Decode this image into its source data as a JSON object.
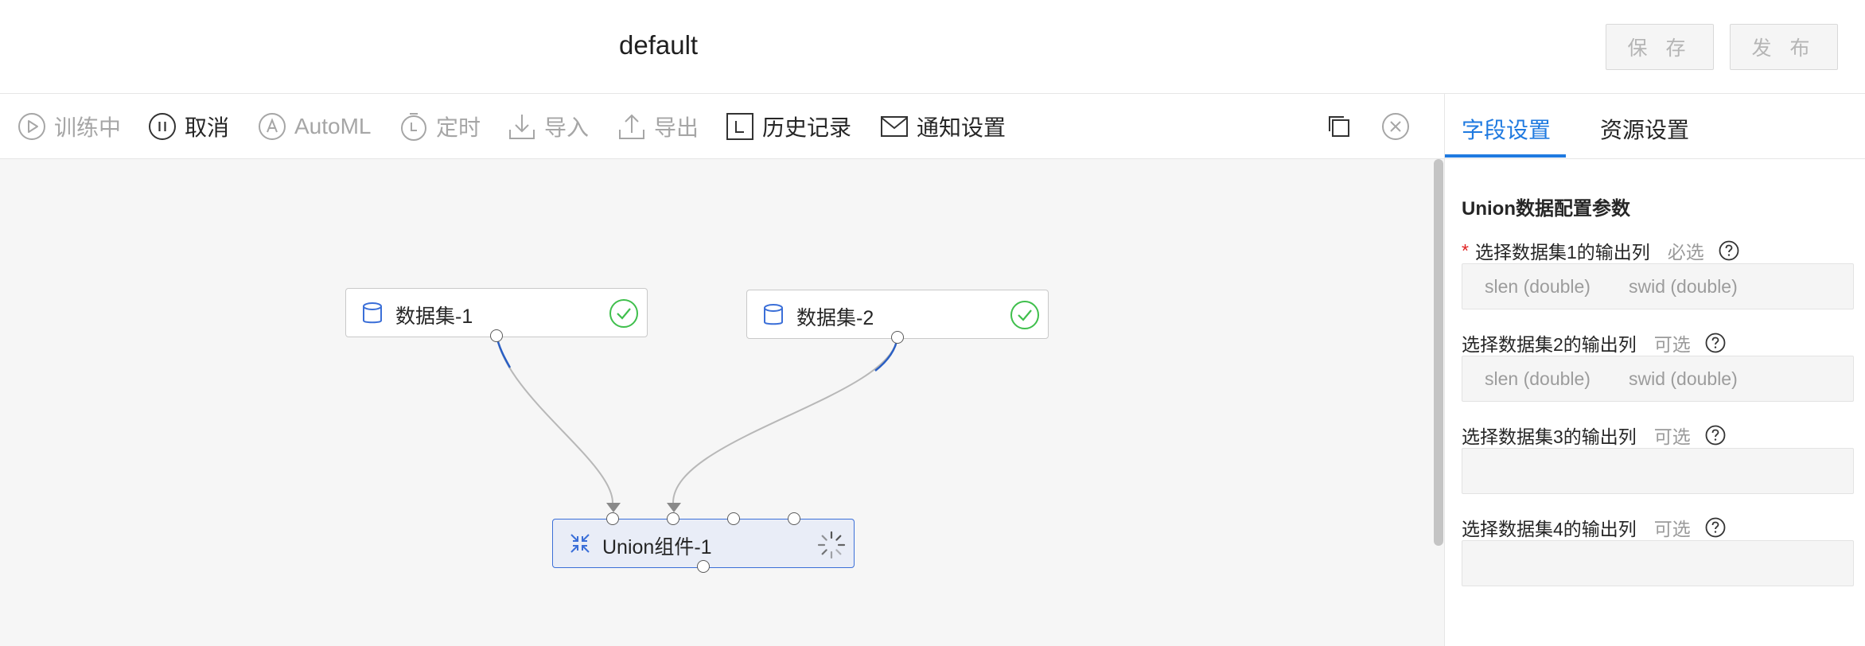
{
  "header": {
    "title": "default",
    "save_label": "保 存",
    "publish_label": "发 布"
  },
  "toolbar": {
    "training": "训练中",
    "cancel": "取消",
    "automl": "AutoML",
    "schedule": "定时",
    "import": "导入",
    "export": "导出",
    "history": "历史记录",
    "notify": "通知设置"
  },
  "canvas": {
    "nodes": [
      {
        "label": "数据集-1",
        "status": "success"
      },
      {
        "label": "数据集-2",
        "status": "success"
      },
      {
        "label": "Union组件-1",
        "status": "running"
      }
    ]
  },
  "panel": {
    "tabs": [
      {
        "label": "字段设置",
        "active": true
      },
      {
        "label": "资源设置",
        "active": false
      }
    ],
    "section_title": "Union数据配置参数",
    "fields": [
      {
        "label": "选择数据集1的输出列",
        "required_mark": "*",
        "tag": "必选",
        "values": [
          "slen (double)",
          "swid (double)"
        ]
      },
      {
        "label": "选择数据集2的输出列",
        "tag": "可选",
        "values": [
          "slen (double)",
          "swid (double)"
        ]
      },
      {
        "label": "选择数据集3的输出列",
        "tag": "可选",
        "values": []
      },
      {
        "label": "选择数据集4的输出列",
        "tag": "可选",
        "values": []
      }
    ]
  },
  "colors": {
    "accent": "#1f7ae0",
    "success": "#3fbf4c",
    "required": "#e02020",
    "edge": "#b8b8b8",
    "edge_active": "#2a5fc4"
  }
}
